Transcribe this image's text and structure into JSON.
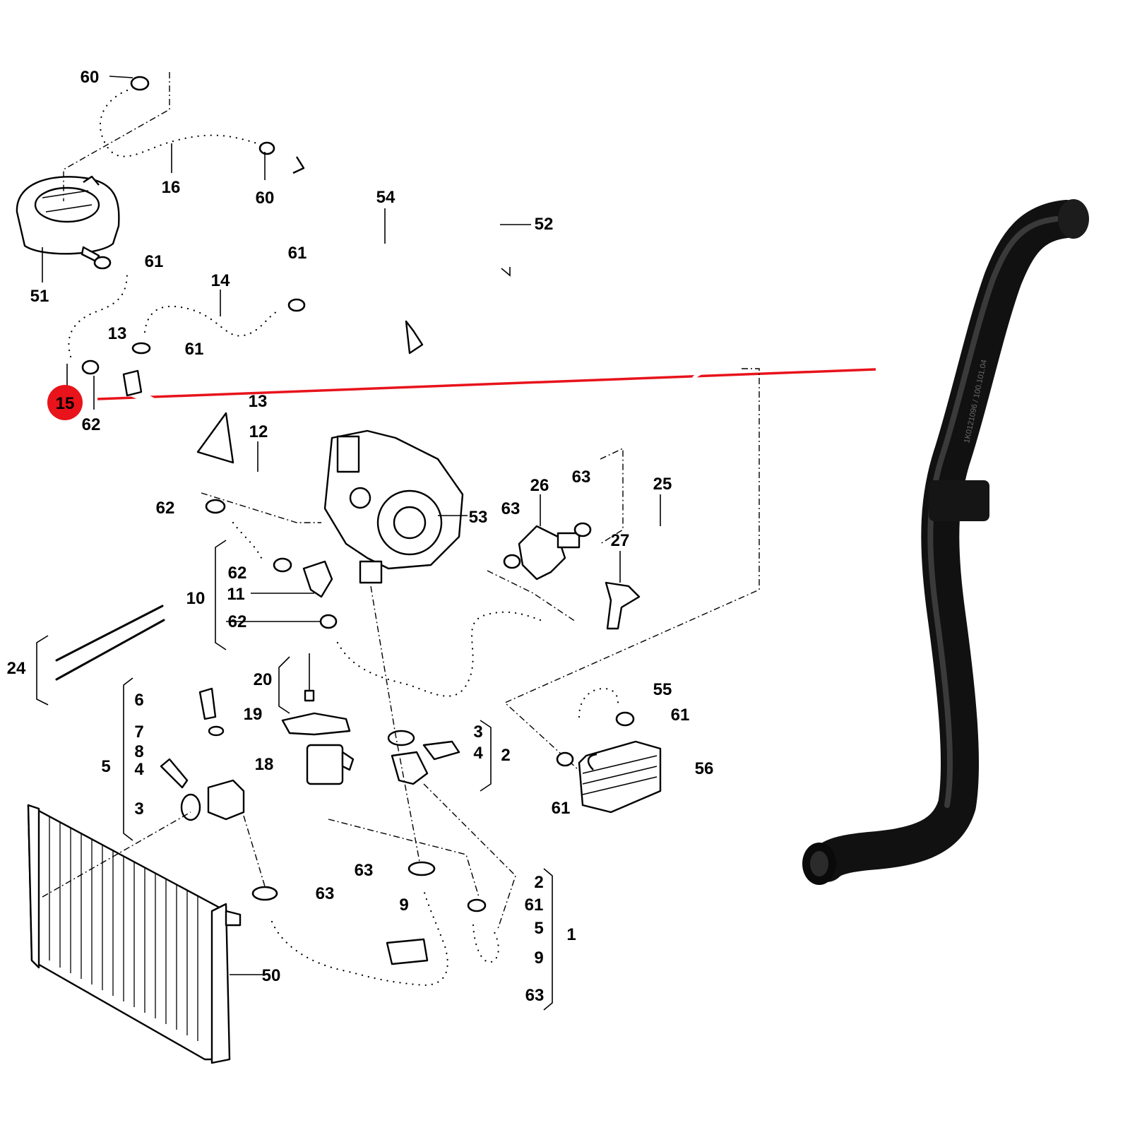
{
  "diagram": {
    "highlight": {
      "label": "15",
      "marker_color": "#e8131b",
      "line_color": "#e8131b"
    },
    "callouts": [
      "60",
      "16",
      "60",
      "54",
      "52",
      "51",
      "61",
      "61",
      "14",
      "13",
      "61",
      "62",
      "13",
      "12",
      "62",
      "53",
      "26",
      "63",
      "63",
      "25",
      "27",
      "62",
      "10",
      "11",
      "62",
      "24",
      "20",
      "6",
      "7",
      "19",
      "3",
      "8",
      "5",
      "4",
      "4",
      "2",
      "18",
      "3",
      "55",
      "61",
      "56",
      "61",
      "63",
      "63",
      "9",
      "2",
      "61",
      "5",
      "1",
      "9",
      "50",
      "63"
    ],
    "product_photo": {
      "subject": "black rubber coolant hose",
      "printed_text": "1K0121096 / 100.101.04"
    }
  }
}
